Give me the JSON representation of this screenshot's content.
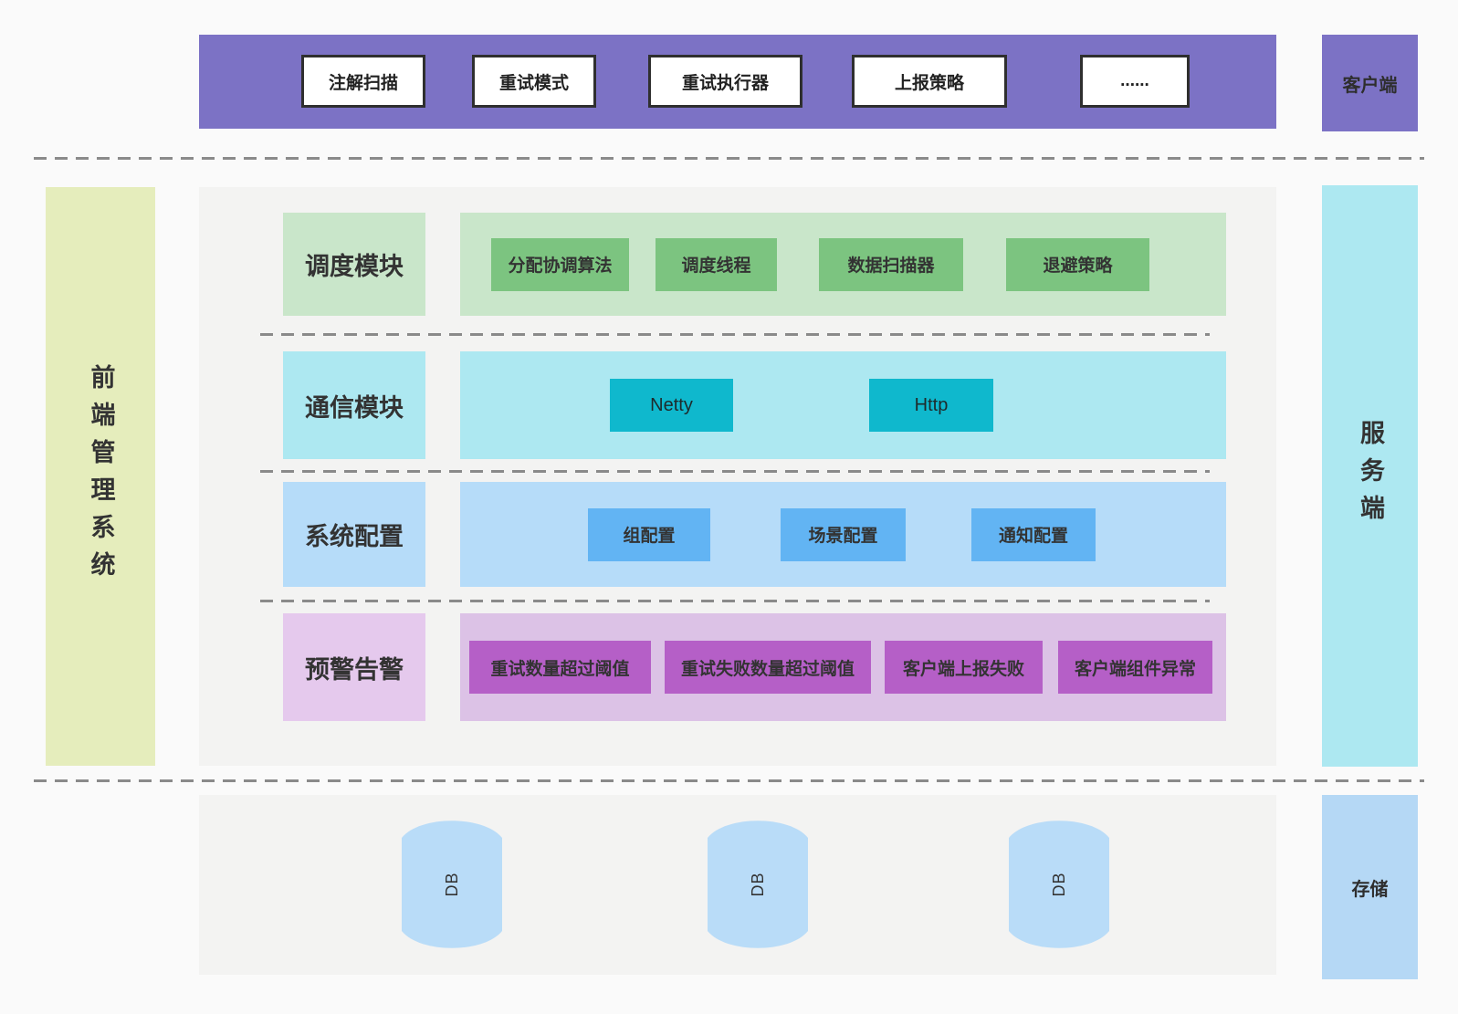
{
  "palette": {
    "client_purple": "#7C72C5",
    "frontend_yellow": "#E5EDBC",
    "panel_gray": "#F3F3F2",
    "scheduler_green_light": "#C9E6CA",
    "scheduler_green": "#7CC480",
    "comm_cyan_light": "#ADE8F1",
    "comm_cyan": "#0FB8CD",
    "config_blue_light": "#B6DCF9",
    "config_blue": "#62B4F3",
    "alert_violet_light": "#E5C9ED",
    "alert_violet_container": "#DCC2E6",
    "alert_violet": "#B55FC7",
    "db_blue": "#B9DCF8",
    "storage_blue": "#B5D8F5",
    "text_dark": "#333333"
  },
  "client_layer": {
    "label": "客户端",
    "modules": [
      "注解扫描",
      "重试模式",
      "重试执行器",
      "上报策略",
      "......"
    ]
  },
  "frontend_bar": {
    "label": "前端管理系统"
  },
  "server_side": {
    "label": "服务端",
    "rows": [
      {
        "label": "调度模块",
        "items": [
          "分配协调算法",
          "调度线程",
          "数据扫描器",
          "退避策略"
        ]
      },
      {
        "label": "通信模块",
        "items": [
          "Netty",
          "Http"
        ]
      },
      {
        "label": "系统配置",
        "items": [
          "组配置",
          "场景配置",
          "通知配置"
        ]
      },
      {
        "label": "预警告警",
        "items": [
          "重试数量超过阈值",
          "重试失败数量超过阈值",
          "客户端上报失败",
          "客户端组件异常"
        ]
      }
    ]
  },
  "storage_layer": {
    "label": "存储",
    "databases": [
      "DB",
      "DB",
      "DB"
    ]
  }
}
